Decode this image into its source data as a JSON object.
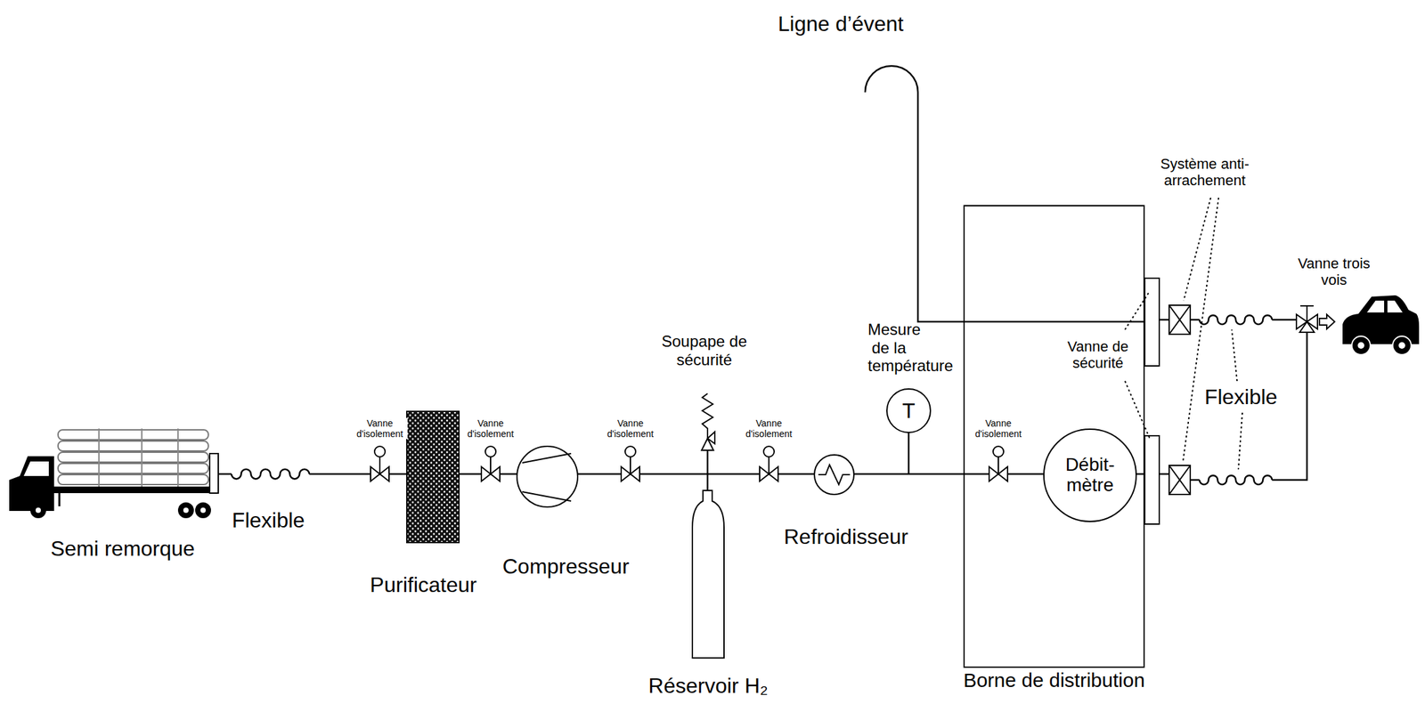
{
  "diagram": {
    "nodes": [
      {
        "text": [
          "Borne de distribution"
        ]
      },
      {
        "text": [
          "Débit- mètre"
        ],
        "in": 0
      },
      {
        "text": [
          "Mesure de la température",
          "T"
        ]
      }
    ],
    "labels": [
      "Ligne d’évent",
      "Système anti- arrachement",
      "Vanne trois vois",
      "Vanne de sécurité",
      "Flexible",
      "Soupape de sécurité",
      "Vanne d'isolement",
      "Vanne d'isolement",
      "Vanne d'isolement",
      "Vanne d'isolement",
      "Vanne d'isolement",
      "Flexible",
      "Semi remorque",
      "Purificateur",
      "Compresseur",
      "Réservoir H₂",
      "Refroidisseur"
    ]
  }
}
